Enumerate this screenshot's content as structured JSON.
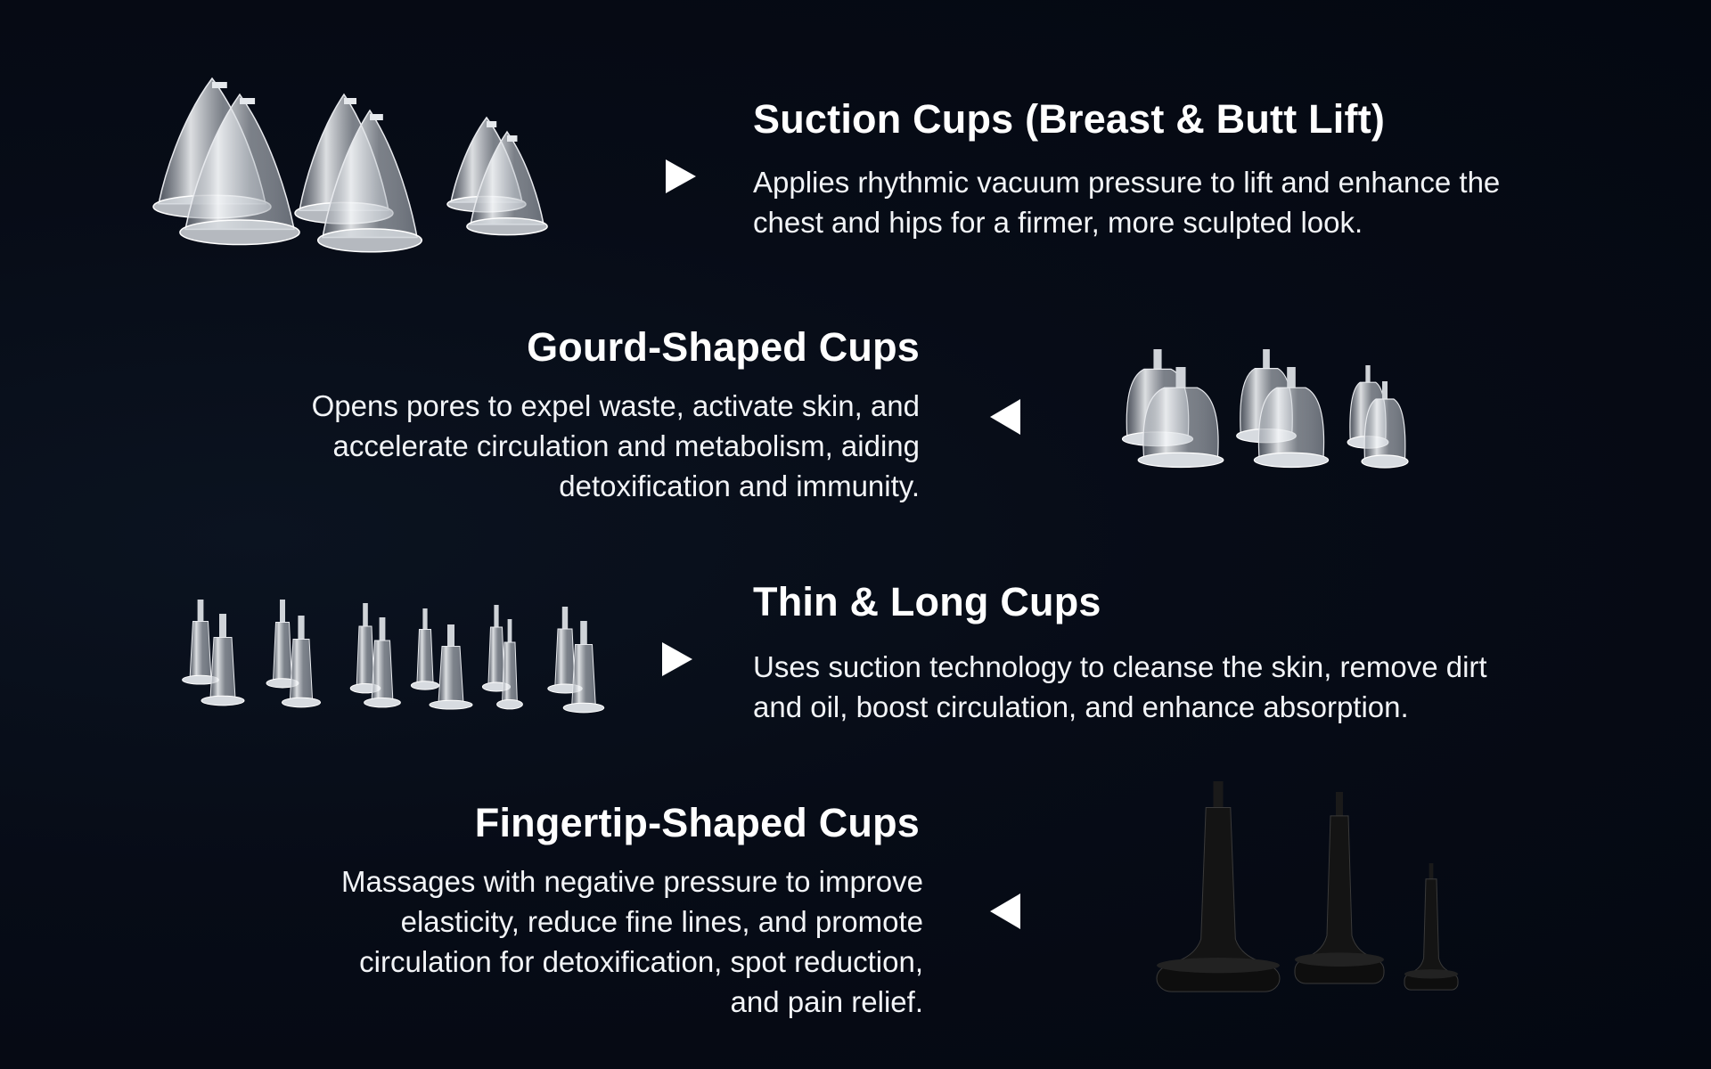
{
  "sections": [
    {
      "title": "Suction Cups (Breast & Butt Lift)",
      "description_lines": [
        "Applies rhythmic vacuum pressure to lift and enhance the",
        "chest and hips for a firmer, more sculpted look."
      ],
      "arrow": "right-triangle-icon",
      "image": "clear-cone-suction-cups"
    },
    {
      "title": "Gourd-Shaped Cups",
      "description_lines": [
        "Opens pores to expel waste, activate skin, and",
        "accelerate circulation and metabolism, aiding",
        "detoxification and immunity."
      ],
      "arrow": "left-triangle-icon",
      "image": "clear-gourd-cups"
    },
    {
      "title": "Thin & Long Cups",
      "description_lines": [
        "Uses suction technology to cleanse the skin, remove dirt",
        "and oil, boost circulation, and enhance absorption."
      ],
      "arrow": "right-triangle-icon",
      "image": "clear-thin-long-cups"
    },
    {
      "title": "Fingertip-Shaped Cups",
      "description_lines": [
        "Massages with negative pressure to improve",
        "elasticity, reduce fine lines, and promote",
        "circulation for detoxification, spot reduction,",
        "and pain relief."
      ],
      "arrow": "left-triangle-icon",
      "image": "black-fingertip-cups"
    }
  ],
  "colors": {
    "background": "#060b15",
    "text": "#ffffff",
    "arrow": "#ffffff",
    "fingertip_cup": "#111111"
  }
}
